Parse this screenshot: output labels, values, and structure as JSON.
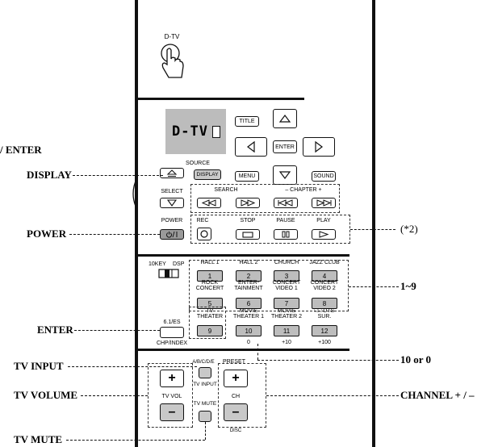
{
  "callouts": {
    "enter_top": "/ ENTER",
    "display": "DISPLAY",
    "power": "POWER",
    "enter": "ENTER",
    "tv_input": "TV INPUT",
    "tv_volume": "TV VOLUME",
    "tv_mute": "TV MUTE",
    "note2": "(*2)",
    "one_nine": "1~9",
    "ten_or_zero": "10 or 0",
    "channel": "CHANNEL + / –"
  },
  "top": {
    "dtv_label": "D-TV"
  },
  "display_window": {
    "text": "D-TV"
  },
  "nav": {
    "title": "TITLE",
    "enter": "ENTER",
    "menu": "MENU",
    "sound": "SOUND",
    "display": "DISPLAY",
    "source": "SOURCE",
    "select": "SELECT",
    "search": "SEARCH",
    "chapter": "–  CHAPTER  +",
    "power": "POWER",
    "rec": "REC",
    "stop": "STOP",
    "pause": "PAUSE",
    "play": "PLAY"
  },
  "mode": {
    "tenkey": "10KEY",
    "dsp": "DSP",
    "sixone": "6.1/ES",
    "chpindex": "CHP/INDEX"
  },
  "keys": [
    {
      "top": "HALL 1",
      "num": "1"
    },
    {
      "top": "HALL 2",
      "num": "2"
    },
    {
      "top": "CHURCH",
      "num": "3"
    },
    {
      "top": "JAZZ CLUB",
      "num": "4"
    },
    {
      "top": "ROCK\nCONCERT",
      "num": "5"
    },
    {
      "top": "ENTER-\nTAINMENT",
      "num": "6"
    },
    {
      "top": "CONCERT\nVIDEO 1",
      "num": "7"
    },
    {
      "top": "CONCERT\nVIDEO 2",
      "num": "8"
    },
    {
      "top": "TV\nTHEATER",
      "num": "9"
    },
    {
      "top": "MOVIE\nTHEATER 1",
      "num": "10",
      "sub": "0"
    },
    {
      "top": "MOVIE\nTHEATER 2",
      "num": "11",
      "sub": "+10"
    },
    {
      "top": "□□ DTS\nSUR.",
      "num": "12",
      "sub": "+100"
    }
  ],
  "bottom": {
    "abcde": "A/B/C/D/E",
    "preset": "PRESET",
    "tvinput": "TV INPUT",
    "tvvol": "TV VOL",
    "ch": "CH",
    "tvmute": "TV MUTE",
    "disc": "DISC",
    "plus": "+",
    "minus": "–"
  },
  "icons": [
    "hand-press-icon",
    "eject-triangle-icon",
    "select-down-icon",
    "power-icon",
    "up-arrow-icon",
    "left-arrow-icon",
    "right-arrow-icon",
    "down-arrow-icon",
    "rewind-icon",
    "fast-forward-icon",
    "chapter-prev-icon",
    "chapter-next-icon",
    "rec-icon",
    "stop-icon",
    "pause-icon",
    "play-icon",
    "slide-switch-icon"
  ]
}
